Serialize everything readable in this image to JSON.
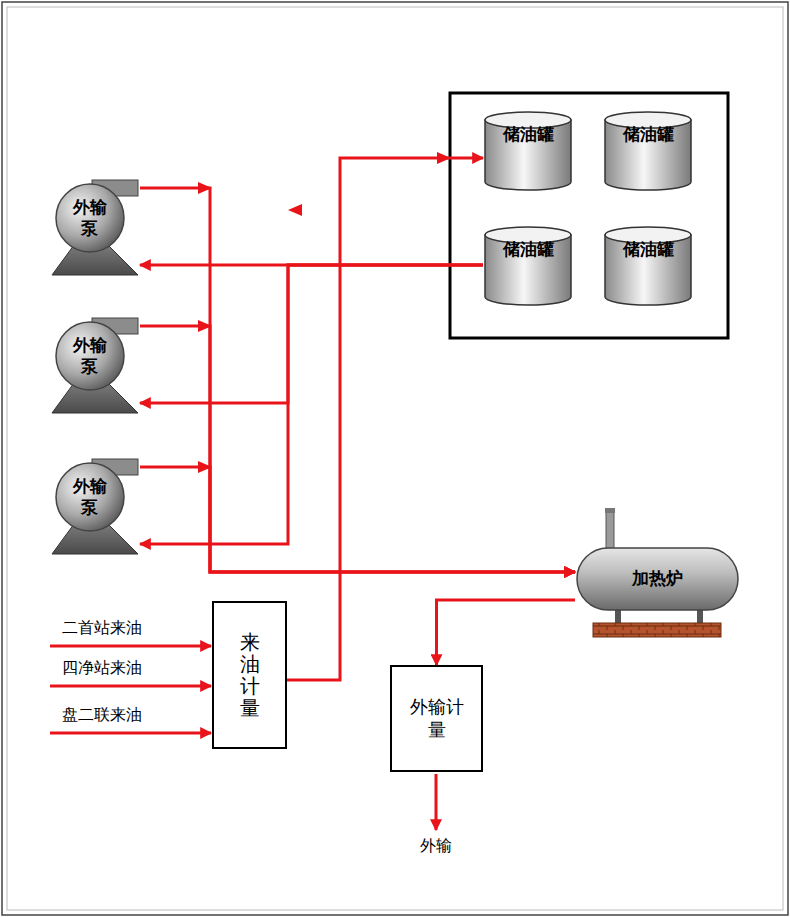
{
  "diagram": {
    "nodes": [
      {
        "text": [
          "储油罐"
        ]
      },
      {
        "text": [
          "储油罐"
        ]
      },
      {
        "text": [
          "储油罐"
        ]
      },
      {
        "text": [
          "储油罐"
        ]
      },
      {
        "text": [
          "外输泵"
        ]
      },
      {
        "text": [
          "外输泵"
        ]
      },
      {
        "text": [
          "外输泵"
        ]
      },
      {
        "text": [
          "来油计量"
        ]
      },
      {
        "text": [
          "加热炉"
        ]
      },
      {
        "text": [
          "外输计量"
        ]
      }
    ],
    "edges": [
      {
        "from": 7,
        "to": 0,
        "arrow": "to"
      },
      {
        "from": 2,
        "to": 4,
        "arrow": "to"
      },
      {
        "from": 2,
        "to": 5,
        "arrow": "to"
      },
      {
        "from": 2,
        "to": 6,
        "arrow": "to"
      },
      {
        "from": 4,
        "to": 8,
        "arrow": "to"
      },
      {
        "from": 5,
        "to": 8,
        "arrow": "to"
      },
      {
        "from": 6,
        "to": 8,
        "arrow": "to"
      },
      {
        "from": 8,
        "to": 9,
        "arrow": "to"
      }
    ],
    "labels": [
      "二首站来油",
      "四净站来油",
      "盘二联来油",
      "外输"
    ]
  }
}
